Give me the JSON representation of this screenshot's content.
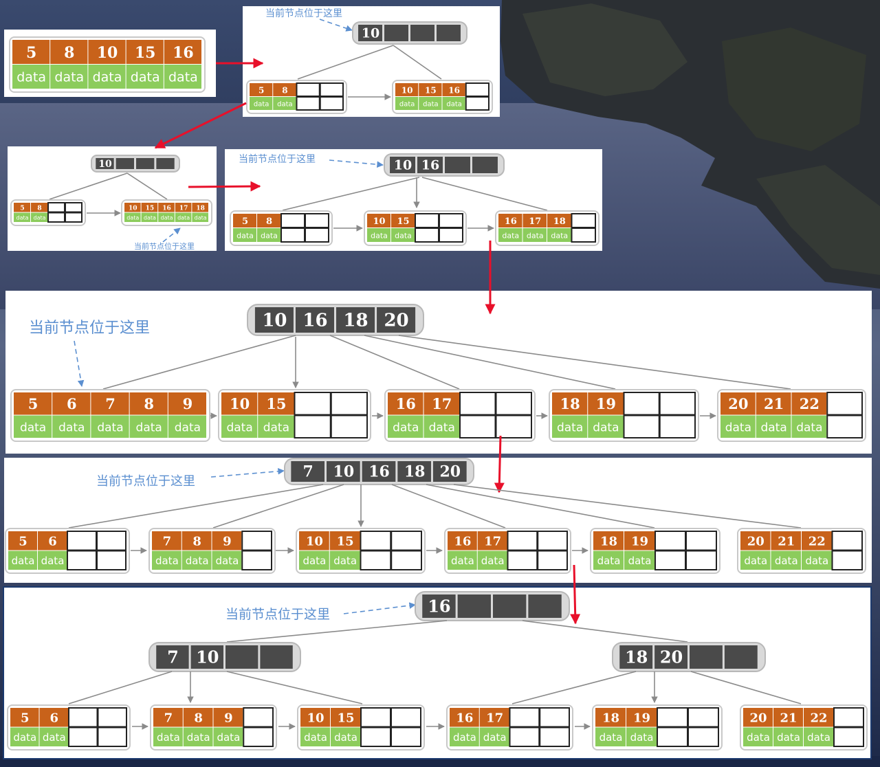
{
  "colors": {
    "key_orange": "#c8621a",
    "data_green": "#8ccc5c",
    "internal_dark": "#4a4a4a",
    "internal_frame": "#b8b8b8",
    "arrow_red": "#e8102a",
    "label_blue": "#5b8fd0"
  },
  "pointer_label": "当前节点位于这里",
  "data_label": "data",
  "steps": [
    {
      "leaves": [
        {
          "keys": [
            "5",
            "8",
            "10",
            "15",
            "16"
          ]
        }
      ]
    },
    {
      "root": [
        "10"
      ],
      "leaves": [
        {
          "keys": [
            "5",
            "8"
          ]
        },
        {
          "keys": [
            "10",
            "15",
            "16"
          ]
        }
      ]
    },
    {
      "root": [
        "10"
      ],
      "leaves": [
        {
          "keys": [
            "5",
            "8"
          ]
        },
        {
          "keys": [
            "10",
            "15",
            "16",
            "17",
            "18"
          ]
        }
      ]
    },
    {
      "root": [
        "10",
        "16"
      ],
      "leaves": [
        {
          "keys": [
            "5",
            "8"
          ]
        },
        {
          "keys": [
            "10",
            "15"
          ]
        },
        {
          "keys": [
            "16",
            "17",
            "18"
          ]
        }
      ]
    },
    {
      "root": [
        "10",
        "16",
        "18",
        "20"
      ],
      "leaves": [
        {
          "keys": [
            "5",
            "6",
            "7",
            "8",
            "9"
          ]
        },
        {
          "keys": [
            "10",
            "15"
          ]
        },
        {
          "keys": [
            "16",
            "17"
          ]
        },
        {
          "keys": [
            "18",
            "19"
          ]
        },
        {
          "keys": [
            "20",
            "21",
            "22"
          ]
        }
      ]
    },
    {
      "root": [
        "7",
        "10",
        "16",
        "18",
        "20"
      ],
      "leaves": [
        {
          "keys": [
            "5",
            "6"
          ]
        },
        {
          "keys": [
            "7",
            "8",
            "9"
          ]
        },
        {
          "keys": [
            "10",
            "15"
          ]
        },
        {
          "keys": [
            "16",
            "17"
          ]
        },
        {
          "keys": [
            "18",
            "19"
          ]
        },
        {
          "keys": [
            "20",
            "21",
            "22"
          ]
        }
      ]
    },
    {
      "root": [
        "16"
      ],
      "internal": [
        [
          "7",
          "10"
        ],
        [
          "18",
          "20"
        ]
      ],
      "leaves": [
        {
          "keys": [
            "5",
            "6"
          ]
        },
        {
          "keys": [
            "7",
            "8",
            "9"
          ]
        },
        {
          "keys": [
            "10",
            "15"
          ]
        },
        {
          "keys": [
            "16",
            "17"
          ]
        },
        {
          "keys": [
            "18",
            "19"
          ]
        },
        {
          "keys": [
            "20",
            "21",
            "22"
          ]
        }
      ]
    }
  ]
}
